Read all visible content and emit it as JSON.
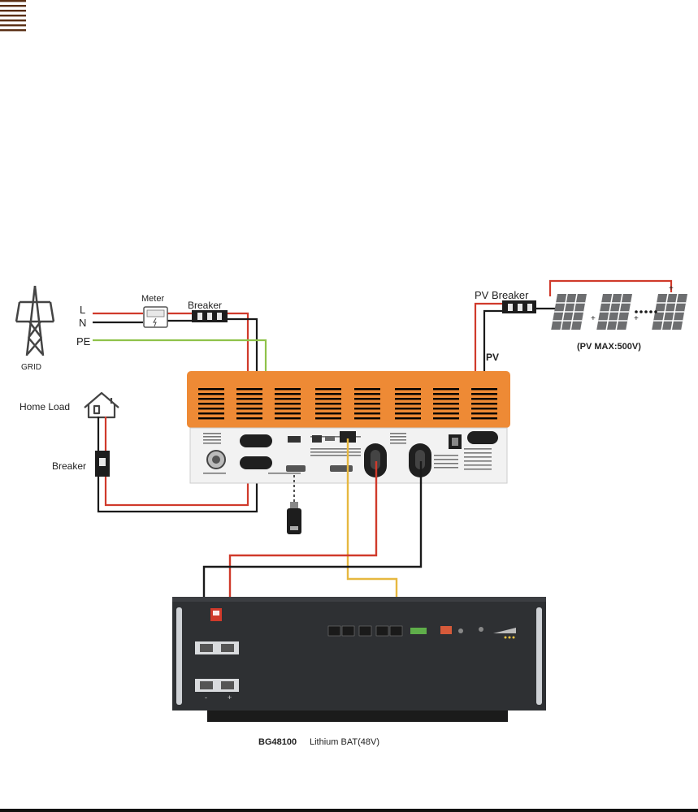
{
  "grid": {
    "label": "GRID"
  },
  "ac_lines": {
    "l": "L",
    "n": "N",
    "pe": "PE"
  },
  "meter": {
    "label": "Meter"
  },
  "breaker_grid": {
    "label": "Breaker"
  },
  "home_load": {
    "label": "Home Load"
  },
  "breaker_load": {
    "label": "Breaker"
  },
  "pv": {
    "breaker_label": "PV Breaker",
    "line_label": "PV",
    "max_label": "(PV MAX:500V)",
    "plus_signs": [
      "+",
      "+",
      "+"
    ]
  },
  "battery": {
    "model": "BG48100",
    "description": "Lithium BAT(48V)",
    "terminal_signs": [
      "-",
      "+"
    ]
  },
  "wire_colors": {
    "red": "#d03a2b",
    "black": "#1a1a1a",
    "green": "#8fc24a",
    "yellow": "#e6b840",
    "inverter_orange": "#ee8a35",
    "battery_body": "#2e3033"
  }
}
